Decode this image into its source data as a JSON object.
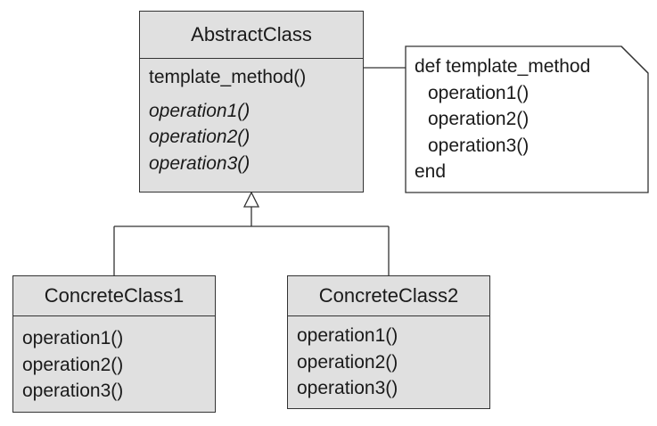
{
  "abstract_class": {
    "name": "AbstractClass",
    "template_method": "template_method()",
    "abstract_operations": [
      "operation1()",
      "operation2()",
      "operation3()"
    ]
  },
  "note": {
    "lines": [
      "def template_method",
      "operation1()",
      "operation2()",
      "operation3()",
      "end"
    ]
  },
  "concrete_class_1": {
    "name": "ConcreteClass1",
    "operations": [
      "operation1()",
      "operation2()",
      "operation3()"
    ]
  },
  "concrete_class_2": {
    "name": "ConcreteClass2",
    "operations": [
      "operation1()",
      "operation2()",
      "operation3()"
    ]
  },
  "colors": {
    "class_fill": "#e0e0e0",
    "stroke": "#333333",
    "note_fill": "#ffffff"
  }
}
